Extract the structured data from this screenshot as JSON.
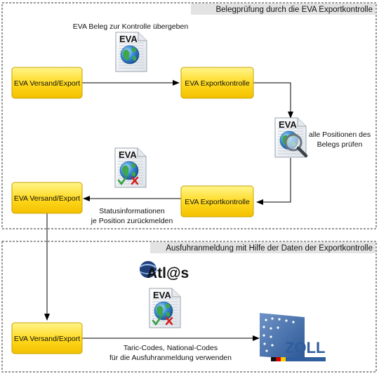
{
  "section_top": {
    "title": "Belegprüfung durch die EVA Exportkontrolle"
  },
  "section_bottom": {
    "title": "Ausfuhranmeldung mit Hilfe der Daten der Exportkontrolle"
  },
  "boxes": {
    "versand_1": "EVA Versand/Export",
    "kontrolle_1": "EVA Exportkontrolle",
    "versand_2": "EVA Versand/Export",
    "kontrolle_2": "EVA Exportkontrolle",
    "versand_3": "EVA Versand/Export"
  },
  "labels": {
    "uebergeben": "EVA Beleg zur Kontrolle übergeben",
    "pruefen_1": "alle Positionen des",
    "pruefen_2": "Belegs prüfen",
    "status_1": "Statusinformationen",
    "status_2": "je Position zurückmelden",
    "codes_1": "Taric-Codes, National-Codes",
    "codes_2": "für die Ausfuhranmeldung verwenden"
  },
  "doc_icon_text": "EVA",
  "logos": {
    "atlas": "Atl@s",
    "zoll": "ZOLL"
  },
  "colors": {
    "box_fill_top": "#fff27a",
    "box_fill_bottom": "#f2c200",
    "box_border": "#c9a200",
    "section_header": "#e3e3e3",
    "zoll_blue": "#2f5d9e"
  }
}
